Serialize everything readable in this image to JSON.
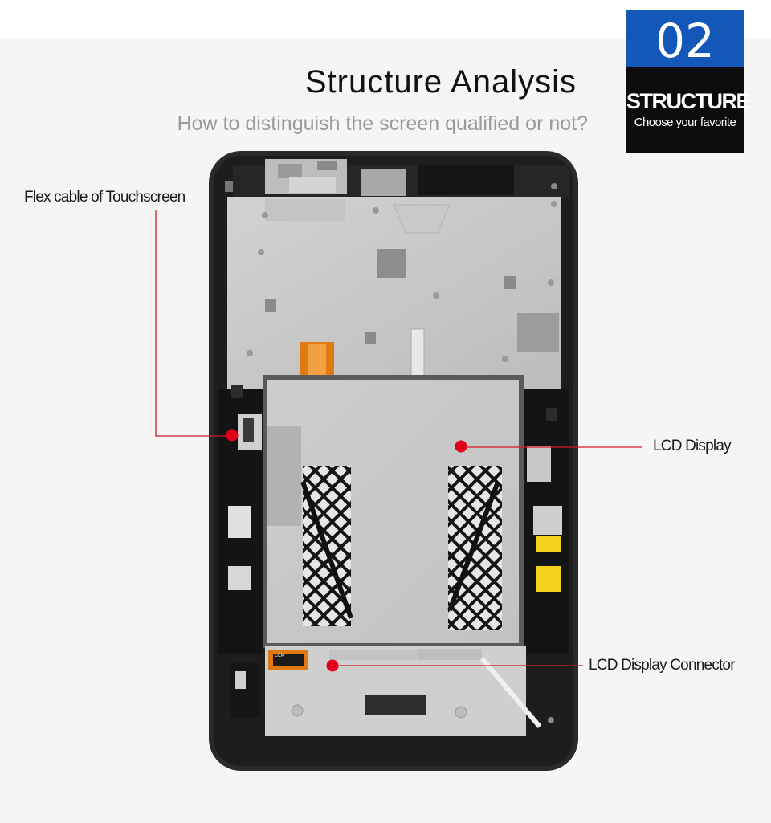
{
  "header": {
    "title": "Structure Analysis",
    "subtitle": "How to distinguish the screen qualified or not?"
  },
  "badge": {
    "number": "02",
    "heading": "STRUCTURE",
    "tagline": "Choose your favorite"
  },
  "callouts": {
    "flex_cable": "Flex cable of Touchscreen",
    "lcd_display": "LCD Display",
    "lcd_connector": "LCD Display Connector"
  },
  "device": {
    "connector_tag": "LCM"
  },
  "colors": {
    "accent_blue": "#1358b8",
    "marker_red": "#e0001b",
    "badge_black": "#0c0c0c",
    "flex_orange": "#e07a10",
    "sticker_yellow": "#f2d21b"
  }
}
